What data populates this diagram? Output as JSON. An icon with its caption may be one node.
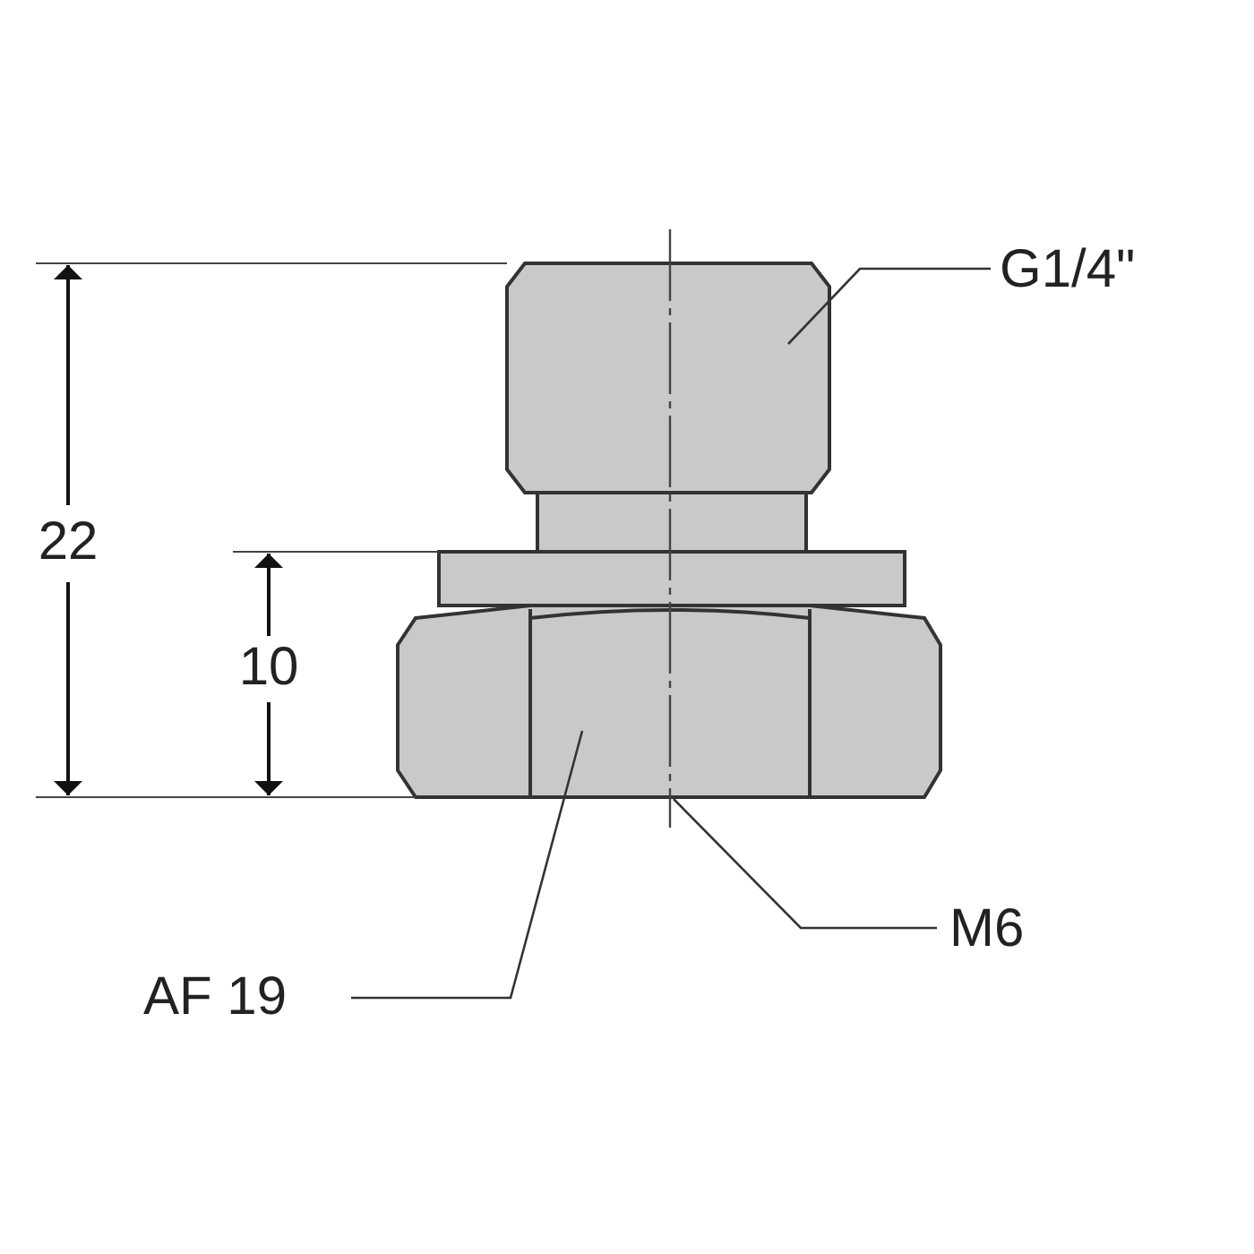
{
  "diagram": {
    "nodes": [
      {
        "text": [
          "G1/4\""
        ]
      },
      {
        "text": [],
        "shape": "box"
      },
      {
        "text": [
          "M6"
        ]
      },
      {
        "text": [
          "AF 19"
        ]
      },
      {
        "text": [],
        "shape": "box"
      }
    ],
    "edges": [
      {
        "from": 0,
        "to": 1,
        "arrow": "none"
      },
      {
        "from": 2,
        "to": 4,
        "arrow": "none"
      },
      {
        "from": 3,
        "to": 4,
        "arrow": "none"
      }
    ],
    "labels": [
      "22",
      "10"
    ]
  }
}
